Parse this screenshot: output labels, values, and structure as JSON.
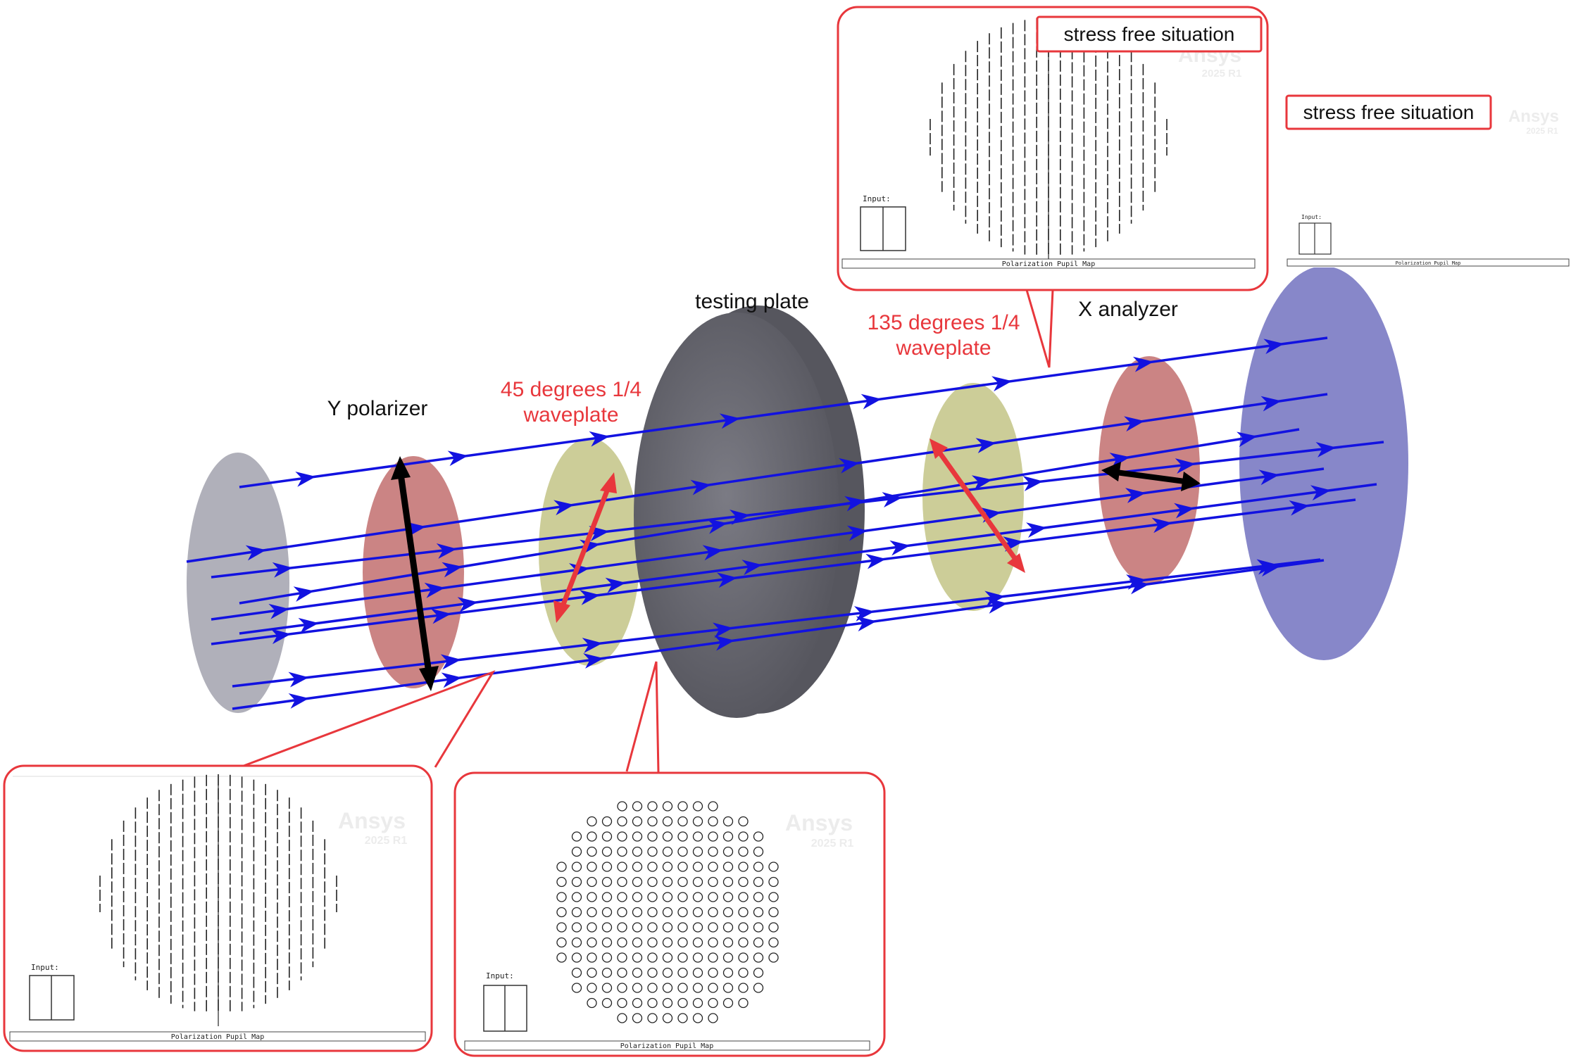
{
  "labels": {
    "y_polarizer": "Y polarizer",
    "waveplate_45_line1": "45 degrees 1/4",
    "waveplate_45_line2": "waveplate",
    "testing_plate": "testing plate",
    "waveplate_135_line1": "135 degrees 1/4",
    "waveplate_135_line2": "waveplate",
    "x_analyzer": "X analyzer"
  },
  "pupil_maps": {
    "title": "Polarization Pupil Map",
    "input_label": "Input:",
    "brand": "Ansys",
    "version": "2025 R1"
  },
  "callouts": {
    "top": "stress free situation",
    "right": "stress free situation"
  },
  "colors": {
    "ray": "#1212e0",
    "callout_border": "#e8373c",
    "annotation_red": "#e8373c",
    "polarizer": "#c77a79",
    "waveplate": "#c8c98f",
    "testing_plate": "#686870",
    "detector": "#8585c8",
    "source": "#a9a9b4"
  },
  "icons": {
    "polarization_arrow": "double-headed-arrow",
    "ray_direction": "chevron-arrow"
  }
}
